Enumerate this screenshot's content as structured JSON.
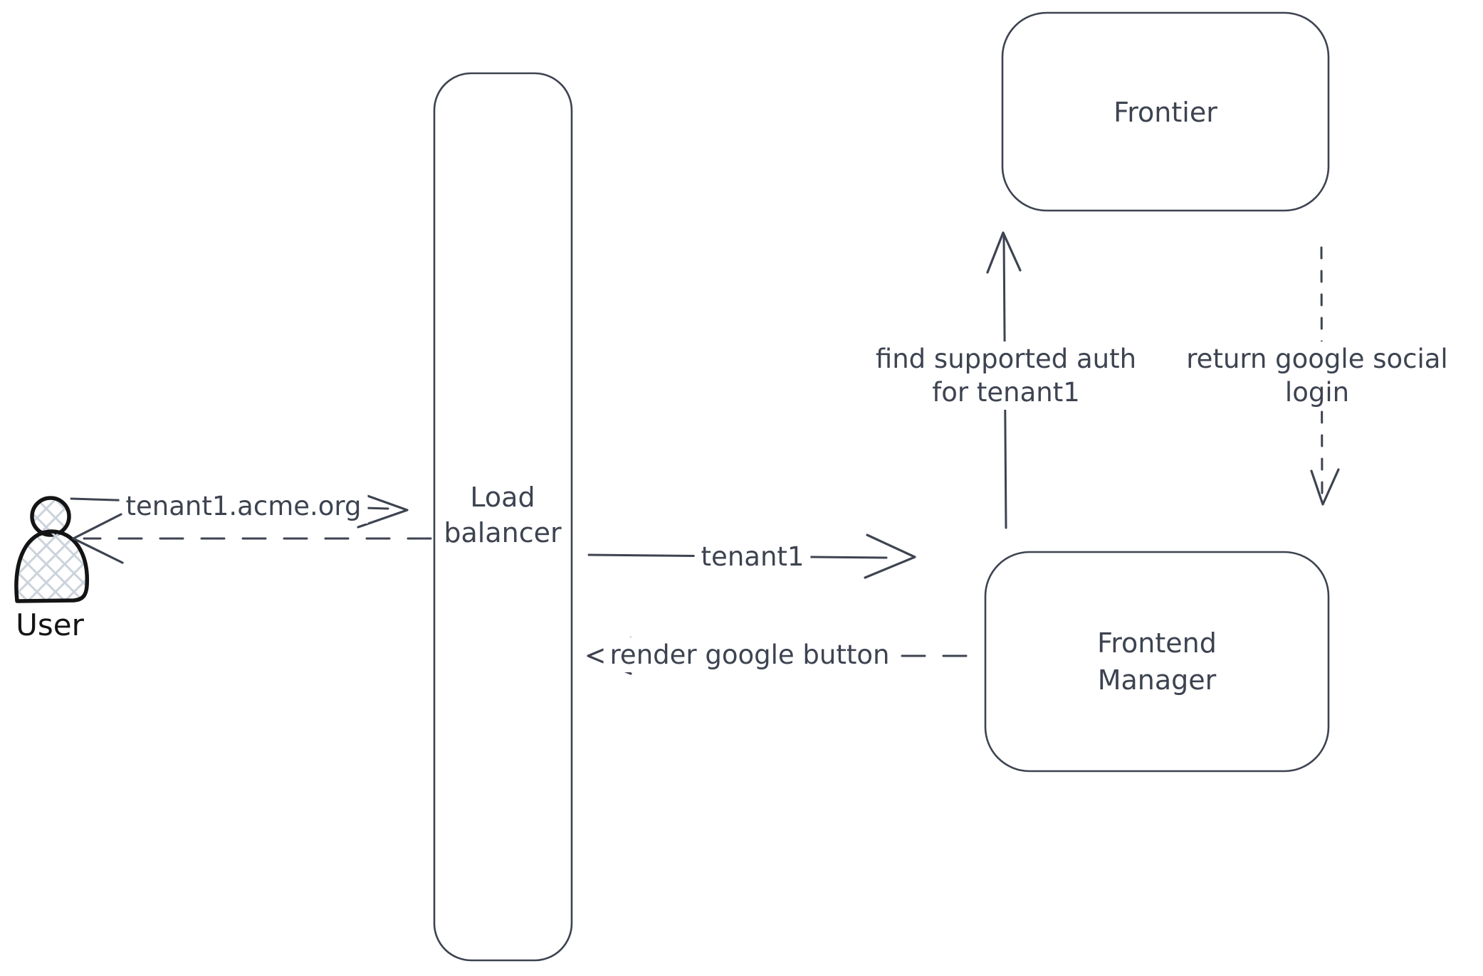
{
  "diagram": {
    "nodes": {
      "user": {
        "label": "User"
      },
      "load_balancer": {
        "line1": "Load",
        "line2": "balancer"
      },
      "frontier": {
        "label": "Frontier"
      },
      "frontend_manager": {
        "line1": "Frontend",
        "line2": "Manager"
      }
    },
    "edges": {
      "request": {
        "label": "tenant1.acme.org",
        "style": "solid",
        "from": "user",
        "to": "load_balancer"
      },
      "response": {
        "label": "",
        "style": "dashed",
        "from": "load_balancer",
        "to": "user"
      },
      "tenant_forward": {
        "label": "tenant1",
        "style": "solid",
        "from": "load_balancer",
        "to": "frontend_manager"
      },
      "render_button": {
        "label": "render google button",
        "style": "dashed",
        "from": "frontend_manager",
        "to": "load_balancer"
      },
      "find_auth": {
        "line1": "find supported auth",
        "line2": "for tenant1",
        "style": "solid",
        "from": "frontend_manager",
        "to": "frontier"
      },
      "return_login": {
        "line1": "return google social",
        "line2": "login",
        "style": "dashed",
        "from": "frontier",
        "to": "frontend_manager"
      }
    },
    "icons": {
      "user": "person-silhouette"
    },
    "colors": {
      "stroke": "#3d4350",
      "actor_stroke": "#141414",
      "hatch_fill": "#ccd3dc",
      "background": "#ffffff"
    }
  }
}
